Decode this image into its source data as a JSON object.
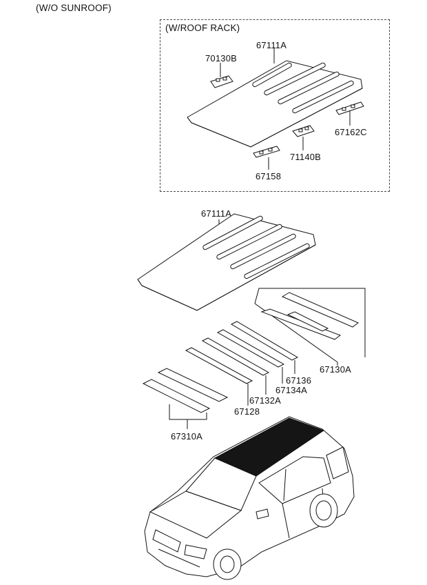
{
  "title": "(W/O SUNROOF)",
  "roof_rack_group": {
    "caption": "(W/ROOF RACK)",
    "parts": {
      "roof_panel": "67111A",
      "bracket_front": "70130B",
      "bracket_side": "67162C",
      "bracket_rear": "71140B",
      "clip_strip": "67158"
    }
  },
  "main_group": {
    "roof_panel": "67111A",
    "rail_rear_set": "67130A",
    "rail_67136": "67136",
    "rail_67134A": "67134A",
    "rail_67132A": "67132A",
    "rail_67128": "67128",
    "rail_front_set": "67310A"
  }
}
